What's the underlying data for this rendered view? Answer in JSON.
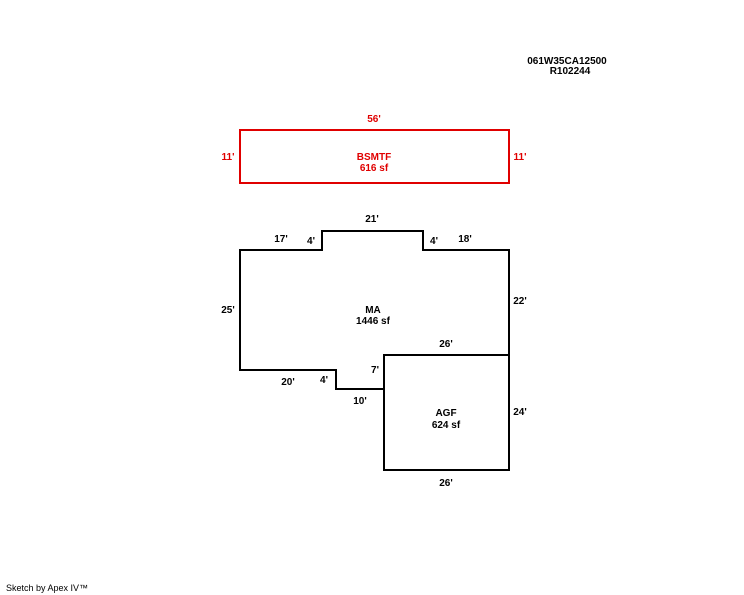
{
  "parcel": {
    "id": "061W35CA12500",
    "account": "R102244"
  },
  "colors": {
    "basement": "#e00000",
    "main": "#000000"
  },
  "bsmtf": {
    "name": "BSMTF",
    "area": "616 sf",
    "dims": {
      "top": "56'",
      "left": "11'",
      "right": "11'"
    }
  },
  "ma": {
    "name": "MA",
    "area": "1446 sf",
    "dims": {
      "top_left": "17'",
      "step_left": "4'",
      "top_mid": "21'",
      "step_right": "4'",
      "top_right": "18'",
      "left": "25'",
      "right": "22'",
      "bottom_left": "20'",
      "notch_left": "4'",
      "notch_bottom": "10'",
      "notch_right": "7'",
      "shared": "26'"
    }
  },
  "agf": {
    "name": "AGF",
    "area": "624 sf",
    "dims": {
      "right": "24'",
      "bottom": "26'"
    }
  },
  "footer": "Sketch by Apex IV™"
}
